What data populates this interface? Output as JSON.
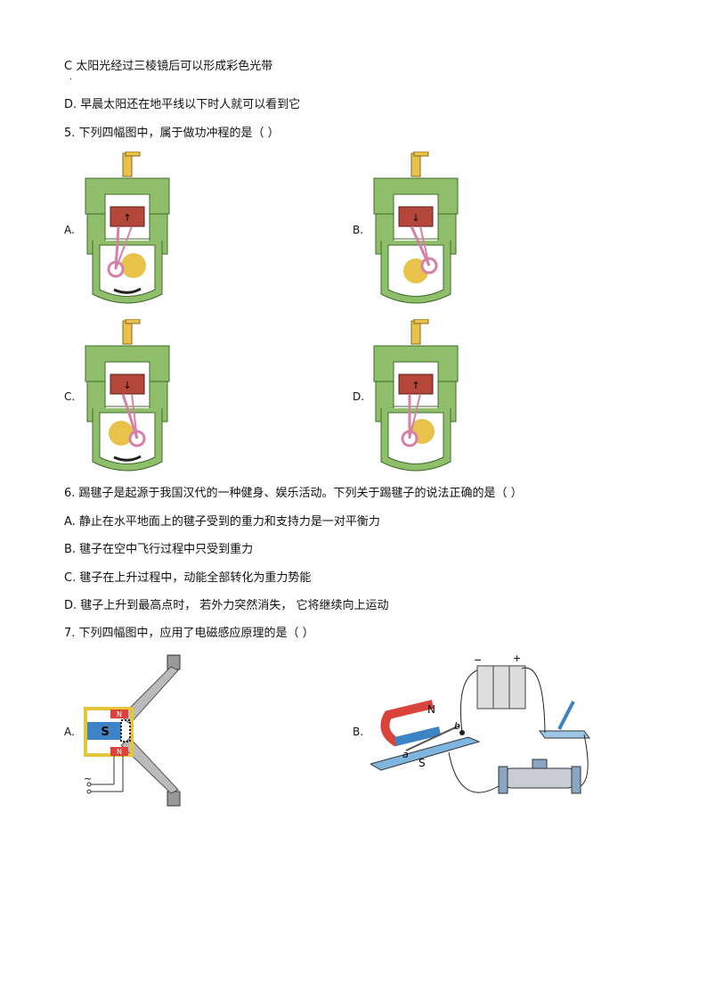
{
  "questions": {
    "q4_tail": {
      "option_c": "C   太阳光经过三棱镜后可以形成彩色光带",
      "option_d": "D.  早晨太阳还在地平线以下时人就可以看到它"
    },
    "q5": {
      "stem": "5.  下列四幅图中，属于做功冲程的是（        ）",
      "labels": [
        "A.",
        "B.",
        "C.",
        "D."
      ]
    },
    "q6": {
      "stem": "6.  踢毽子是起源于我国汉代的一种健身、娱乐活动。下列关于踢毽子的说法正确的是（        ）",
      "options": [
        "A.  静止在水平地面上的毽子受到的重力和支持力是一对平衡力",
        "B.  毽子在空中飞行过程中只受到重力",
        "C.  毽子在上升过程中，动能全部转化为重力势能",
        "D.  毽子上升到最高点时，  若外力突然消失，  它将继续向上运动"
      ]
    },
    "q7": {
      "stem": "7.  下列四幅图中，应用了电磁感应原理的是（        ）",
      "labels": [
        "A.",
        "B."
      ],
      "figA": {
        "north": "N",
        "south": "S",
        "ac": "~"
      },
      "figB": {
        "north": "N",
        "south": "S",
        "a": "a",
        "b": "b",
        "minus": "−",
        "plus": "+"
      }
    }
  },
  "colors": {
    "engine_green": "#8fbf6a",
    "engine_dark": "#3f6b2b",
    "piston_red": "#b5473a",
    "crank_yellow": "#e8c24a",
    "rod_pink": "#d67fa8",
    "magnet_red": "#d9433a",
    "magnet_blue": "#3d84c6",
    "board_blue": "#7fb6e0"
  }
}
